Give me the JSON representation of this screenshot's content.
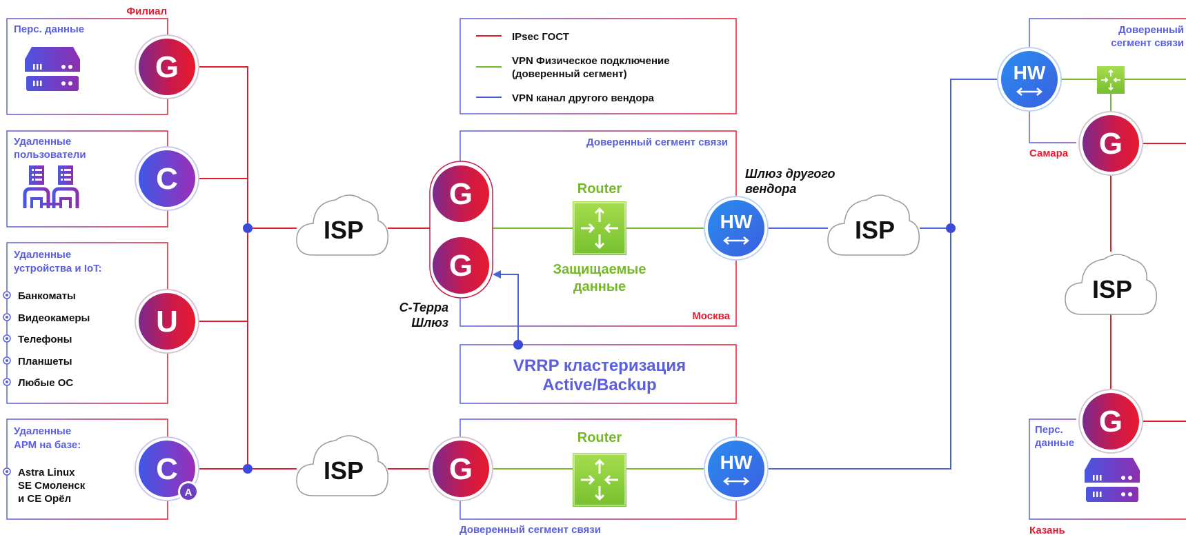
{
  "colors": {
    "ipsec": "#e8192c",
    "vpn_physical": "#76b82a",
    "vpn_other": "#4a62d8",
    "accent_blue": "#5a5ee0"
  },
  "legend": {
    "ipsec": "IPsec ГОСТ",
    "vpn_physical_line1": "VPN Физическое подключение",
    "vpn_physical_line2": "(доверенный сегмент)",
    "vpn_other": "VPN канал другого вендора"
  },
  "branch": {
    "title": "Филиал",
    "box1_title": "Перс. данные",
    "box2_title_line1": "Удаленные",
    "box2_title_line2": "пользователи",
    "box3_title_line1": "Удаленные",
    "box3_title_line2": "устройства и IoT:",
    "box3_items": [
      "Банкоматы",
      "Видеокамеры",
      "Телефоны",
      "Планшеты",
      "Любые ОС"
    ],
    "box4_title_line1": "Удаленные",
    "box4_title_line2": "АРМ на базе:",
    "box4_items": [
      "Astra Linux",
      "SE Смоленск",
      "и СЕ Орёл"
    ]
  },
  "nodes": {
    "g": "G",
    "c": "C",
    "u": "U",
    "a": "A",
    "hw": "HW"
  },
  "isp": "ISP",
  "moscow": {
    "segment_label": "Доверенный сегмент связи",
    "router": "Router",
    "protected_line1": "Защищаемые",
    "protected_line2": "данные",
    "city": "Москва",
    "gateway_line1": "С-Терра",
    "gateway_line2": "Шлюз",
    "other_vendor_line1": "Шлюз другого",
    "other_vendor_line2": "вендора"
  },
  "vrrp": {
    "line1": "VRRP кластеризация",
    "line2": "Active/Backup"
  },
  "bottom": {
    "router": "Router",
    "segment_label": "Доверенный сегмент связи"
  },
  "right": {
    "segment_line1": "Доверенный",
    "segment_line2": "сегмент связи",
    "samara": "Самара",
    "pers_line1": "Перс.",
    "pers_line2": "данные",
    "kazan": "Казань"
  }
}
